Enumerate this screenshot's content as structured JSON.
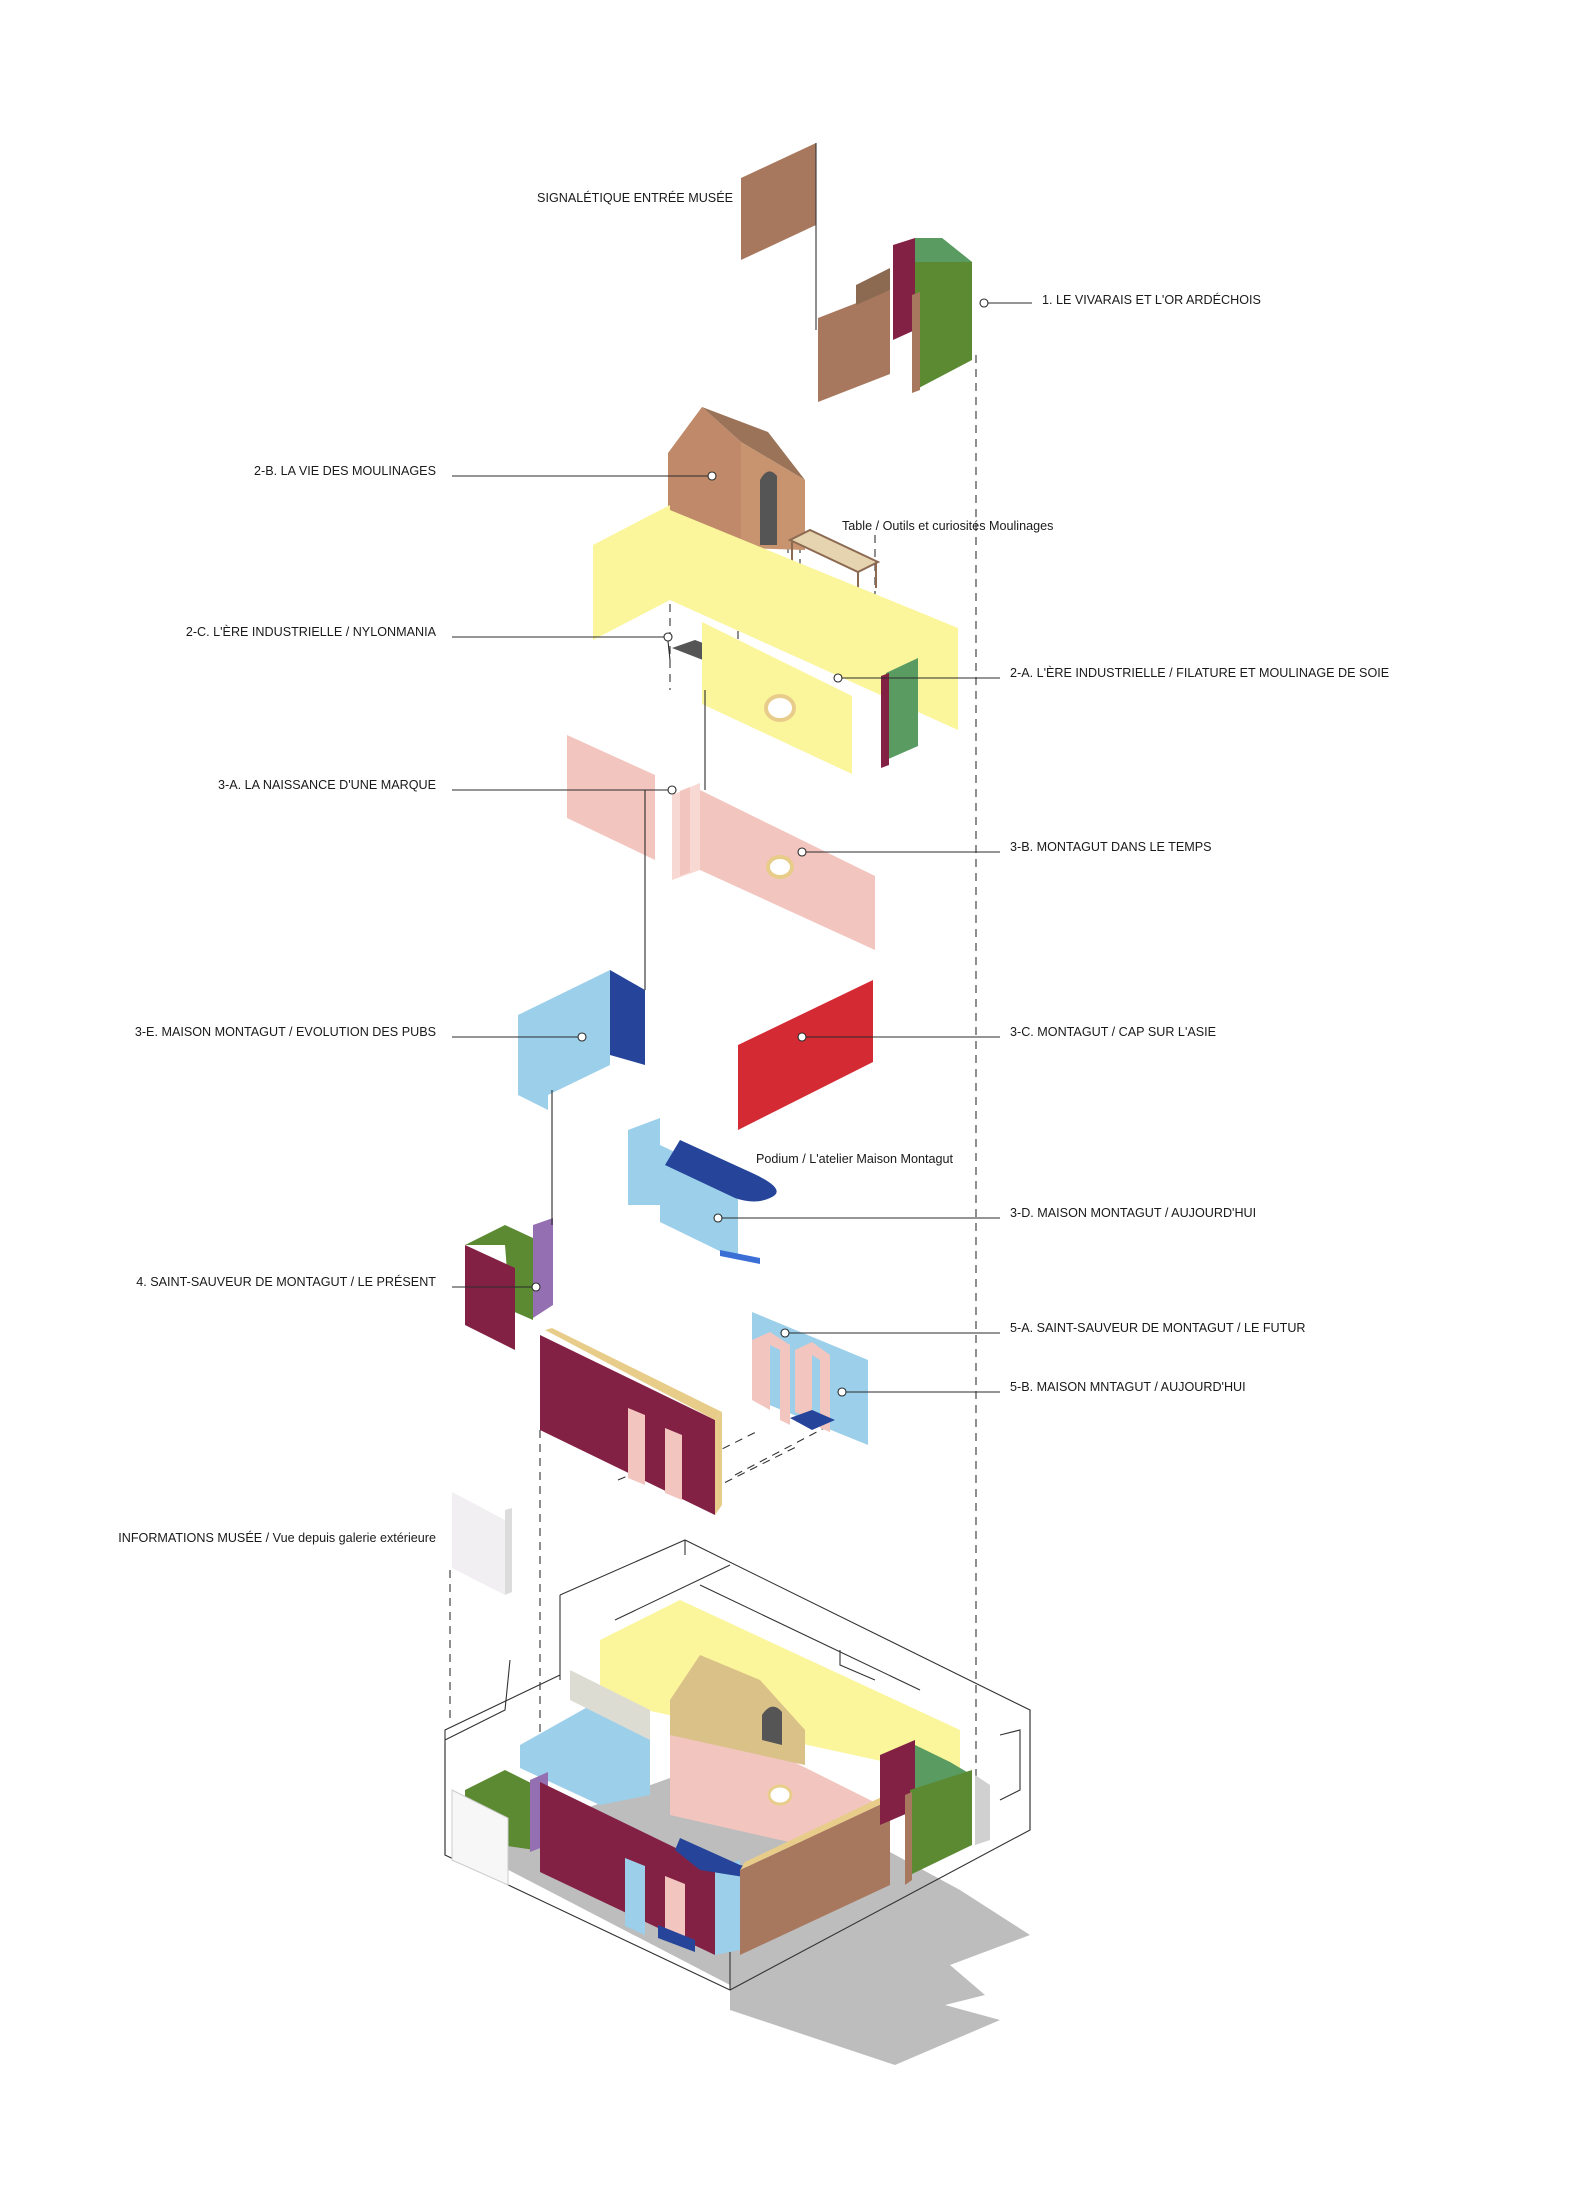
{
  "palette": {
    "brown": "#a8785e",
    "brown_dark": "#8c6a52",
    "brown_roof": "#9a7358",
    "green": "#5b8a33",
    "green_light": "#5a9b62",
    "burgundy": "#832144",
    "yellow": "#fbf59b",
    "pink": "#f3c5bf",
    "red": "#d42a34",
    "sky": "#9ccfea",
    "navy": "#25449a",
    "purple": "#9470b2",
    "grey": "#bfbfbf",
    "tan": "#e8cd8a"
  },
  "labels": {
    "signaletique": "SIGNALÉTIQUE ENTRÉE MUSÉE",
    "l1": "1.  LE VIVARAIS ET L'OR ARDÉCHOIS",
    "l2b": "2-B.  LA VIE DES MOULINAGES",
    "table": "Table / Outils et curiosités Moulinages",
    "l2c": "2-C.  L'ÈRE INDUSTRIELLE / NYLONMANIA",
    "l2a": "2-A.  L'ÈRE INDUSTRIELLE / FILATURE ET MOULINAGE DE SOIE",
    "l3a": "3-A.  LA NAISSANCE D'UNE MARQUE",
    "l3b": "3-B.  MONTAGUT DANS LE TEMPS",
    "l3e": "3-E.  MAISON MONTAGUT / EVOLUTION DES PUBS",
    "l3c": "3-C.  MONTAGUT / CAP SUR L'ASIE",
    "podium": "Podium / L'atelier Maison Montagut",
    "l3d": "3-D.  MAISON MONTAGUT / AUJOURD'HUI",
    "l4": "4.  SAINT-SAUVEUR DE MONTAGUT / LE PRÉSENT",
    "l5a": "5-A.  SAINT-SAUVEUR DE MONTAGUT / LE FUTUR",
    "l5b": "5-B.  MAISON MNTAGUT / AUJOURD'HUI",
    "info": "INFORMATIONS MUSÉE / Vue depuis galerie extérieure"
  }
}
